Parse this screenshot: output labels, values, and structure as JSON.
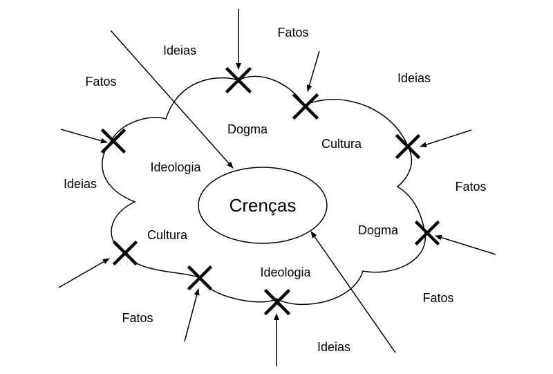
{
  "diagram": {
    "center_label": "Crenças",
    "inner_labels": {
      "dogma_top": "Dogma",
      "cultura_top": "Cultura",
      "ideologia_left": "Ideologia",
      "cultura_bottom": "Cultura",
      "dogma_right": "Dogma",
      "ideologia_bottom": "Ideologia"
    },
    "outer_labels": {
      "ideias_top": "Ideias",
      "fatos_top": "Fatos",
      "fatos_left": "Fatos",
      "ideias_top_right": "Ideias",
      "ideias_left": "Ideias",
      "fatos_right": "Fatos",
      "fatos_bottom_right": "Fatos",
      "fatos_bottom_left": "Fatos",
      "ideias_bottom": "Ideias"
    }
  },
  "colors": {
    "stroke": "#000000",
    "background": "#ffffff"
  }
}
